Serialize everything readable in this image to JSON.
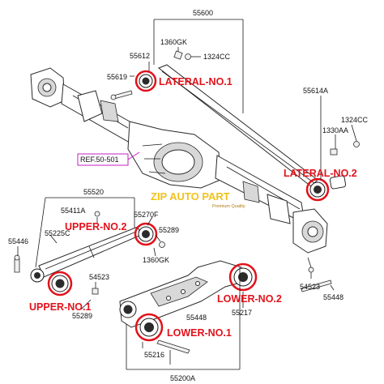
{
  "part_numbers": {
    "n55600": "55600",
    "n1360gk_top": "1360GK",
    "n55612": "55612",
    "n1324cc_top": "1324CC",
    "n55619": "55619",
    "n55614a": "55614A",
    "n1324cc_right": "1324CC",
    "n1330aa": "1330AA",
    "n55520": "55520",
    "n55411a": "55411A",
    "n55270f": "55270F",
    "n55289_mid": "55289",
    "n1360gk_mid": "1360GK",
    "n55225c": "55225C",
    "n55446": "55446",
    "n54523_left": "54523",
    "n55289_left": "55289",
    "n55448_mid": "55448",
    "n55217": "55217",
    "n55216": "55216",
    "n55200a": "55200A",
    "n54523_right": "54523",
    "n55448_right": "55448"
  },
  "callouts": {
    "lateral_1": "LATERAL-NO.1",
    "lateral_2": "LATERAL-NO.2",
    "upper_2": "UPPER-NO.2",
    "upper_1": "UPPER-NO.1",
    "lower_2": "LOWER-NO.2",
    "lower_1": "LOWER-NO.1"
  },
  "reference": "REF.50-501",
  "watermark": {
    "name": "ZIP AUTO PART",
    "tagline": "Premium Quality"
  },
  "colors": {
    "callout": "#e2121b",
    "reference_box": "#c020c0",
    "watermark": "#f2c21a"
  }
}
